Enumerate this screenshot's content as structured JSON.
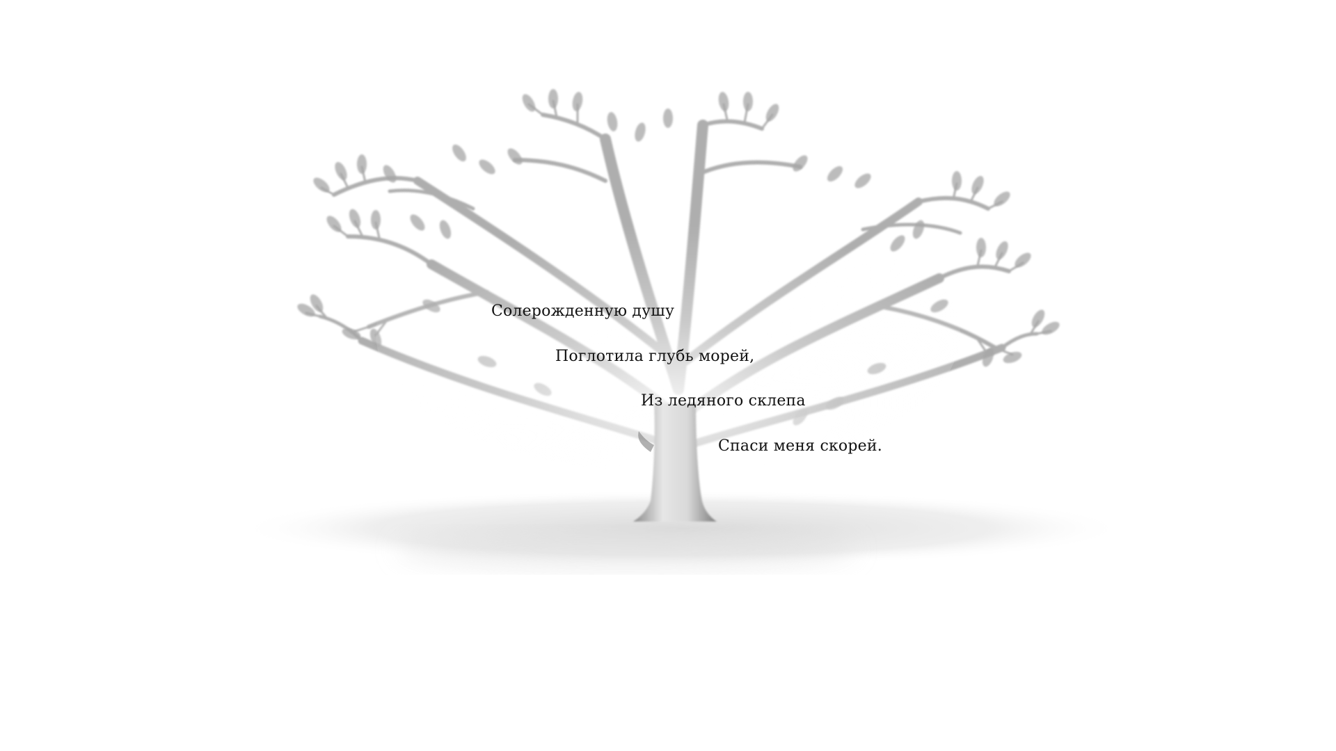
{
  "poem": {
    "lines": [
      "Солерожденную душу",
      "Поглотила глубь морей,",
      "Из ледяного склепа",
      "Спаси меня скорей."
    ]
  },
  "illustration": {
    "subject": "tree-icon",
    "tone": "#9a9a9a",
    "background": "#ffffff"
  }
}
